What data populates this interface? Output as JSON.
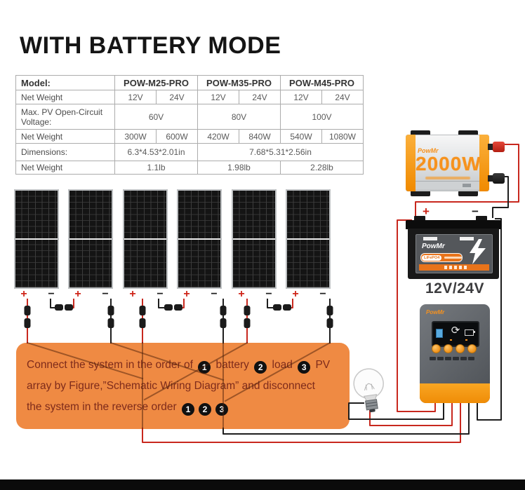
{
  "title": "WITH BATTERY MODE",
  "table": {
    "rows": [
      {
        "label": "Model:",
        "bold": true,
        "cells": [
          {
            "v": "POW-M25-PRO",
            "span": 2
          },
          {
            "v": "POW-M35-PRO",
            "span": 2
          },
          {
            "v": "POW-M45-PRO",
            "span": 2
          }
        ]
      },
      {
        "label": "Net Weight",
        "cells": [
          {
            "v": "12V"
          },
          {
            "v": "24V"
          },
          {
            "v": "12V"
          },
          {
            "v": "24V"
          },
          {
            "v": "12V"
          },
          {
            "v": "24V"
          }
        ]
      },
      {
        "label": "Max. PV Open-Circuit Voltage:",
        "cells": [
          {
            "v": "60V",
            "span": 2
          },
          {
            "v": "80V",
            "span": 2
          },
          {
            "v": "100V",
            "span": 2
          }
        ]
      },
      {
        "label": "Net Weight",
        "cells": [
          {
            "v": "300W"
          },
          {
            "v": "600W"
          },
          {
            "v": "420W"
          },
          {
            "v": "840W"
          },
          {
            "v": "540W"
          },
          {
            "v": "1080W"
          }
        ]
      },
      {
        "label": "Dimensions:",
        "cells": [
          {
            "v": "6.3*4.53*2.01in",
            "span": 2
          },
          {
            "v": "7.68*5.31*2.56in",
            "span": 4
          }
        ]
      },
      {
        "label": "Net Weight",
        "cells": [
          {
            "v": "1.1lb",
            "span": 2
          },
          {
            "v": "1.98lb",
            "span": 2
          },
          {
            "v": "2.28lb",
            "span": 2
          }
        ]
      }
    ]
  },
  "pv": {
    "panel_count": 6,
    "plus_label": "+",
    "minus_label": "−"
  },
  "inverter": {
    "brand": "PowMr",
    "power": "2000W"
  },
  "battery": {
    "brand": "PowMr",
    "badge": "LiFePO4",
    "voltage": "12V/24V",
    "plus": "+",
    "minus": "−"
  },
  "controller": {
    "brand": "PowMr"
  },
  "instructions": {
    "segments": [
      {
        "t": "text",
        "v": "Connect the system in the order of "
      },
      {
        "t": "badge",
        "v": "1"
      },
      {
        "t": "text",
        "v": " battery "
      },
      {
        "t": "badge",
        "v": "2"
      },
      {
        "t": "text",
        "v": " load "
      },
      {
        "t": "badge",
        "v": "3"
      },
      {
        "t": "text",
        "v": " PV"
      },
      {
        "t": "br"
      },
      {
        "t": "text",
        "v": "array by Figure,”Schematic Wiring Diagram” and disconnect"
      },
      {
        "t": "br"
      },
      {
        "t": "text",
        "v": "the system in the reverse order "
      },
      {
        "t": "badge",
        "v": "1"
      },
      {
        "t": "badge",
        "v": "2"
      },
      {
        "t": "badge",
        "v": "3"
      }
    ]
  },
  "colors": {
    "accent_orange": "#F6921E",
    "box_orange": "#EF8A43",
    "wire_red": "#C8281E",
    "wire_black": "#1E1E1E"
  }
}
